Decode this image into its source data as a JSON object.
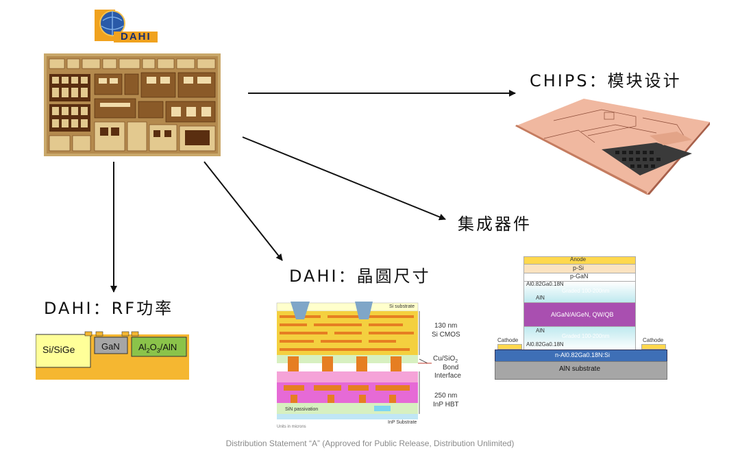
{
  "logo": {
    "text": "DAHI",
    "icon": "globe-logo"
  },
  "labels": {
    "chips": "CHIPS：模块设计",
    "integrated": "集成器件",
    "wafer": "DAHI：晶圆尺寸",
    "rf": "DAHI：RF功率"
  },
  "rf_stack": {
    "sisige": "Si/SiGe",
    "gan": "GaN",
    "al2o3_pre": "Al",
    "al2o3_sub1": "2",
    "al2o3_mid": "O",
    "al2o3_sub2": "3",
    "al2o3_post": "/AlN"
  },
  "wafer_stack": {
    "si_substrate": "Si substrate",
    "cmos_line1": "130 nm",
    "cmos_line2": "Si CMOS",
    "bond_line1": "Cu/SiO",
    "bond_sub": "2",
    "bond_line2": "Bond",
    "bond_line3": "Interface",
    "hbt_line1": "250 nm",
    "hbt_line2": "InP HBT",
    "inp_substrate": "InP Substrate",
    "passivation": "SiN passivation",
    "bottom_note": "Units in microns"
  },
  "device_stack": {
    "anode": "Anode",
    "p_si": "p-Si",
    "p_gan": "p-GaN",
    "algan_top": "Al0.82Ga0.18N",
    "aln_top": "AlN",
    "graded_top": "Graded 100-200nm",
    "qw": "AlGaN/AlGeN, QW/QB",
    "aln_bot": "AlN",
    "algan_bot": "Al0.82Ga0.18N",
    "graded_bot": "Graded 100-200nm",
    "n_layer": "n-Al0.82Ga0.18N:Si",
    "substrate": "AlN substrate",
    "cathode_left": "Cathode",
    "cathode_right": "Cathode"
  },
  "footer": "Distribution Statement “A” (Approved for Public Release, Distribution Unlimited)",
  "colors": {
    "chip_tan": "#c9a86a",
    "chip_dark": "#5a2e10",
    "pcb": "#e9a07e",
    "rf_yellow": "#f5b731",
    "wafer_yellow": "#f4d03f",
    "wafer_orange": "#e67e22",
    "wafer_pink": "#f5a3d8",
    "wafer_magenta": "#e66ad6",
    "device_purple": "#a94fb0",
    "device_cyan": "#bfe9ef",
    "device_blue": "#3e6fb6",
    "device_gray": "#a6a6a6"
  }
}
